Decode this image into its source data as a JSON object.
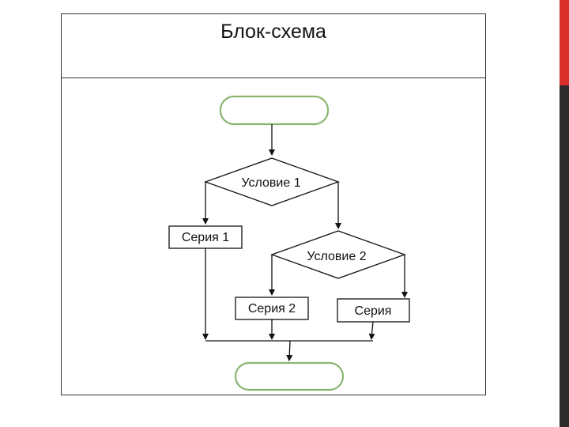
{
  "slide": {
    "title": "Блок-схема",
    "accent_color": "#d9302c"
  },
  "flowchart": {
    "condition1": "Условие 1",
    "condition2": "Условие 2",
    "series1": "Серия 1",
    "series2": "Серия 2",
    "series3": "Серия"
  }
}
